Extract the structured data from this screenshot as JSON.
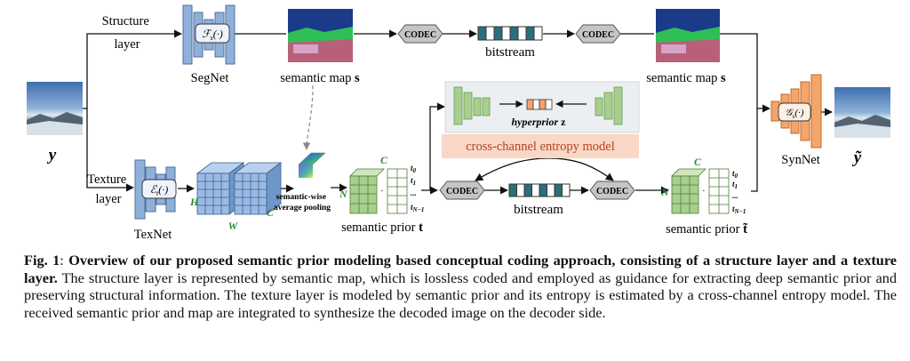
{
  "figure": {
    "structure_layer": [
      "Structure",
      "layer"
    ],
    "texture_layer": [
      "Texture",
      "layer"
    ],
    "input_label": "y",
    "output_label": "ỹ",
    "segnet_label": "SegNet",
    "segnet_func": "ℱ",
    "segnet_func_sub": "s",
    "texnet_label": "TexNet",
    "texnet_func": "ℰ",
    "texnet_func_sub": "t",
    "synnet_label": "SynNet",
    "synnet_func": "𝒢",
    "synnet_func_sub": "s",
    "func_arg": "(·)",
    "semantic_map_left_text": "semantic map ",
    "semantic_map_left_symbol": "s",
    "semantic_map_right_text": "semantic map ",
    "semantic_map_right_symbol": "s",
    "codec": "CODEC",
    "bitstream_top": "bitstream",
    "bitstream_bottom": "bitstream",
    "hyperprior_text": "hyperprior ",
    "hyperprior_symbol": "z",
    "cross_channel": "cross-channel entropy model",
    "pooling_line1": "semantic-wise",
    "pooling_line2": "average pooling",
    "dim_H": "H",
    "dim_W": "W",
    "dim_C": "C",
    "dim_N": "N",
    "dim_C2": "C",
    "dim_N2": "N",
    "dim_C3": "C",
    "dim_N3": "N",
    "t_left": [
      "t",
      "t",
      "...",
      "t"
    ],
    "t_left_sub": [
      "0",
      "1",
      "",
      "N−1"
    ],
    "t_right": [
      "t",
      "t",
      "...",
      "t"
    ],
    "t_right_sub": [
      "0",
      "1",
      "",
      "N−1"
    ],
    "prior_left_text": "semantic prior ",
    "prior_left_symbol": "t",
    "prior_right_text": "semantic prior ",
    "prior_right_symbol": "t̃",
    "colors": {
      "net_blue": "#8fb0d9",
      "net_green": "#a8cf8e",
      "net_orange": "#f5a56a",
      "green_label": "#2e8b3d",
      "entropy_box": "#f9d7c6",
      "entropy_text": "#b4441e",
      "codec_fill": "#c5c5c5"
    }
  },
  "caption": {
    "fig_label": "Fig. 1",
    "colon": ": ",
    "bold": "Overview of our proposed semantic prior modeling based conceptual coding approach, consisting of a structure layer and a texture layer.",
    "body": "  The structure layer is represented by semantic map, which is lossless coded and employed as guidance for extracting deep semantic prior and preserving structural information. The texture layer is modeled by semantic prior and its entropy is estimated by a cross-channel entropy model. The received semantic prior and map are integrated to synthesize the decoded image on the decoder side."
  }
}
